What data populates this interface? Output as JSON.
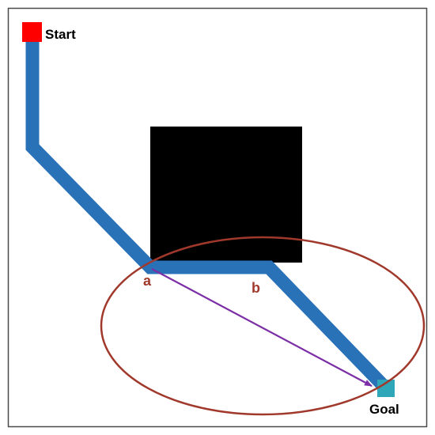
{
  "labels": {
    "start": "Start",
    "goal": "Goal",
    "point_a": "a",
    "point_b": "b"
  },
  "colors": {
    "background": "#ffffff",
    "frame": "#4a4a4a",
    "obstacle": "#000000",
    "path": "#2a72b8",
    "start_marker": "#ff0000",
    "goal_marker": "#2fa7b8",
    "ellipse": "#a0392b",
    "shortcut_arrow": "#7b2ea6",
    "point_labels": "#a0392b",
    "text": "#000000"
  }
}
